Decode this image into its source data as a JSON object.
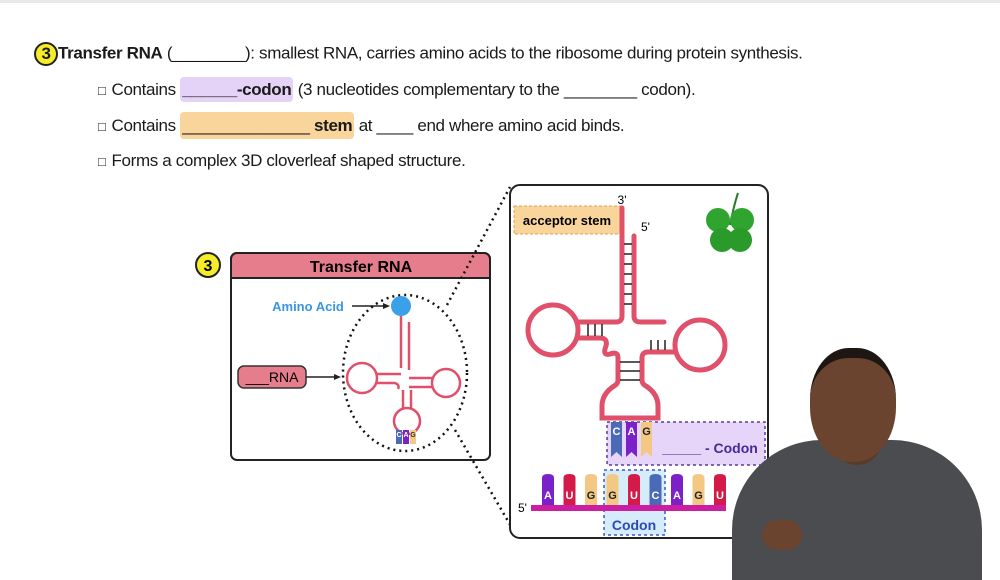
{
  "heading": {
    "number": "3",
    "title": "Transfer RNA",
    "blank": "(________)",
    "rest": ": smallest RNA, carries amino acids to the ribosome during protein synthesis."
  },
  "bullets": [
    {
      "pre": "Contains ",
      "hl": "______-codon",
      "post": " (3 nucleotides complementary to the ________ codon)."
    },
    {
      "pre": "Contains ",
      "hl_blank": "______________",
      "hl_bold": " stem",
      "post": " at ____ end where amino acid binds."
    },
    {
      "pre": "Forms a complex 3D cloverleaf shaped structure.",
      "post": ""
    }
  ],
  "bullet_symbol": "□",
  "left_panel": {
    "number": "3",
    "title": "Transfer RNA",
    "amino_label": "Amino Acid",
    "rna_label": "___RNA",
    "anticodon": [
      "C",
      "A",
      "G"
    ]
  },
  "right_panel": {
    "acceptor_label": "acceptor stem",
    "three_prime": "3'",
    "five_prime": "5'",
    "anticodon": [
      "C",
      "A",
      "G"
    ],
    "anticodon_label": "_____ - Codon",
    "mrna": [
      "A",
      "U",
      "G",
      "G",
      "U",
      "C",
      "A",
      "G",
      "U"
    ],
    "mrna_five": "5'",
    "codon_label": "Codon"
  },
  "colors": {
    "trna": "#e0506a",
    "header": "#e67d8c",
    "A": "#7a22c8",
    "U": "#d41a48",
    "G": "#f2c884",
    "C": "#4a6ab8",
    "mrna": "#cc1ea0",
    "amino": "#3aa0e8"
  }
}
